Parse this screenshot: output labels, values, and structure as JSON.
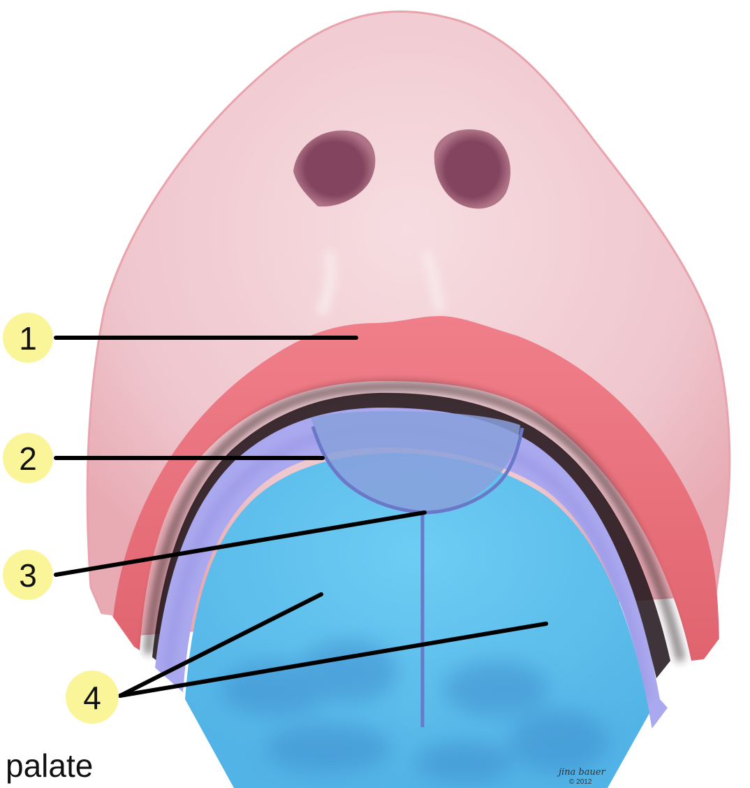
{
  "caption": "palate",
  "labels": {
    "l1": "1",
    "l2": "2",
    "l3": "3",
    "l4": "4"
  },
  "signature": {
    "name": "jina bauer",
    "year": "© 2012"
  },
  "colors": {
    "skin": "#f1cdd3",
    "lip": "#e86f7a",
    "gum": "#a9a8ec",
    "palate": "#63c6ee",
    "nostril": "#82445e",
    "callout_fill": "#fbf59a",
    "leader": "#000000"
  }
}
